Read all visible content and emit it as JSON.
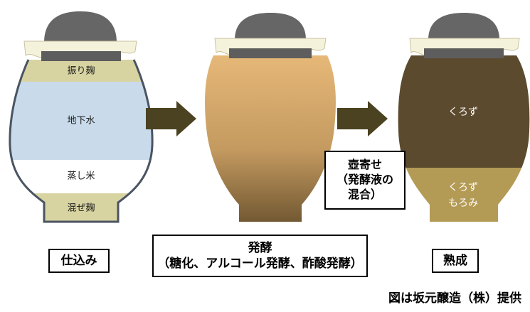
{
  "jars": {
    "shikomi": {
      "layers": [
        {
          "id": "furi_koji",
          "label": "振り麹",
          "color": "#d8d4a2"
        },
        {
          "id": "chikasui",
          "label": "地下水",
          "color": "#c9dbea"
        },
        {
          "id": "mushi_mai",
          "label": "蒸し米",
          "color": "#ffffff"
        },
        {
          "id": "maze_koji",
          "label": "混ぜ麹",
          "color": "#d8d4a2"
        }
      ],
      "caption": "仕込み"
    },
    "hakko": {
      "caption_line1": "発酵",
      "caption_line2": "（糖化、アルコール発酵、酢酸発酵）",
      "gradient_top": "#e6b878",
      "gradient_bottom": "#6e5530"
    },
    "jukusei": {
      "layers": [
        {
          "id": "kurozu",
          "label": "くろず",
          "color": "#5c4a2e"
        },
        {
          "id": "kurozu_moromi",
          "label_line1": "くろず",
          "label_line2": "もろみ",
          "color": "#b49b55"
        }
      ],
      "caption": "熟成"
    }
  },
  "tsubo_yose": {
    "line1": "壺寄せ",
    "line2": "（発酵液の",
    "line3": "混合）"
  },
  "credit": "図は坂元醸造（株）提供",
  "colors": {
    "jar_outline": "#4a5462",
    "lid": "#666666",
    "cloth": "#f5f2dc",
    "arrow": "#4a4220",
    "jar_neck": "#5d5d5d"
  }
}
